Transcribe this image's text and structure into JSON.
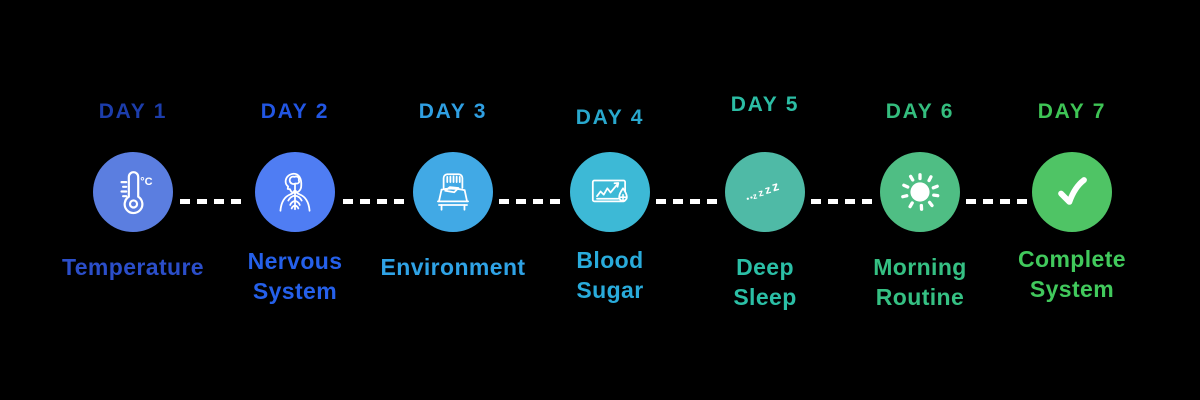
{
  "canvas": {
    "background": "#000000",
    "connector_color": "#FFFFFF"
  },
  "steps": [
    {
      "day": "DAY 1",
      "label_lines": [
        "Temperature"
      ],
      "icon": "thermometer-icon",
      "colors": {
        "circle": "#5B7EE0",
        "day": "#1C3DAB",
        "label": "#2B4EC9"
      }
    },
    {
      "day": "DAY 2",
      "label_lines": [
        "Nervous",
        "System"
      ],
      "icon": "nervous-system-icon",
      "colors": {
        "circle": "#4F7DF3",
        "day": "#2256E3",
        "label": "#2560EA"
      }
    },
    {
      "day": "DAY 3",
      "label_lines": [
        "Environment"
      ],
      "icon": "bed-icon",
      "colors": {
        "circle": "#41A9E5",
        "day": "#2F9FE2",
        "label": "#2FA3E6"
      }
    },
    {
      "day": "DAY 4",
      "label_lines": [
        "Blood",
        "Sugar"
      ],
      "icon": "blood-sugar-chart-icon",
      "colors": {
        "circle": "#3DB9D6",
        "day": "#29A8CD",
        "label": "#29ABDB"
      }
    },
    {
      "day": "DAY 5",
      "label_lines": [
        "Deep",
        "Sleep"
      ],
      "icon": "zzzz-sleep-icon",
      "colors": {
        "circle": "#4FBAA6",
        "day": "#2CBDA4",
        "label": "#2BBFA6"
      }
    },
    {
      "day": "DAY 6",
      "label_lines": [
        "Morning",
        "Routine"
      ],
      "icon": "sun-icon",
      "colors": {
        "circle": "#4FBE84",
        "day": "#34BD7E",
        "label": "#35C083"
      }
    },
    {
      "day": "DAY 7",
      "label_lines": [
        "Complete",
        "System"
      ],
      "icon": "check-icon",
      "colors": {
        "circle": "#4FC465",
        "day": "#3EC455",
        "label": "#41C95C"
      }
    }
  ]
}
